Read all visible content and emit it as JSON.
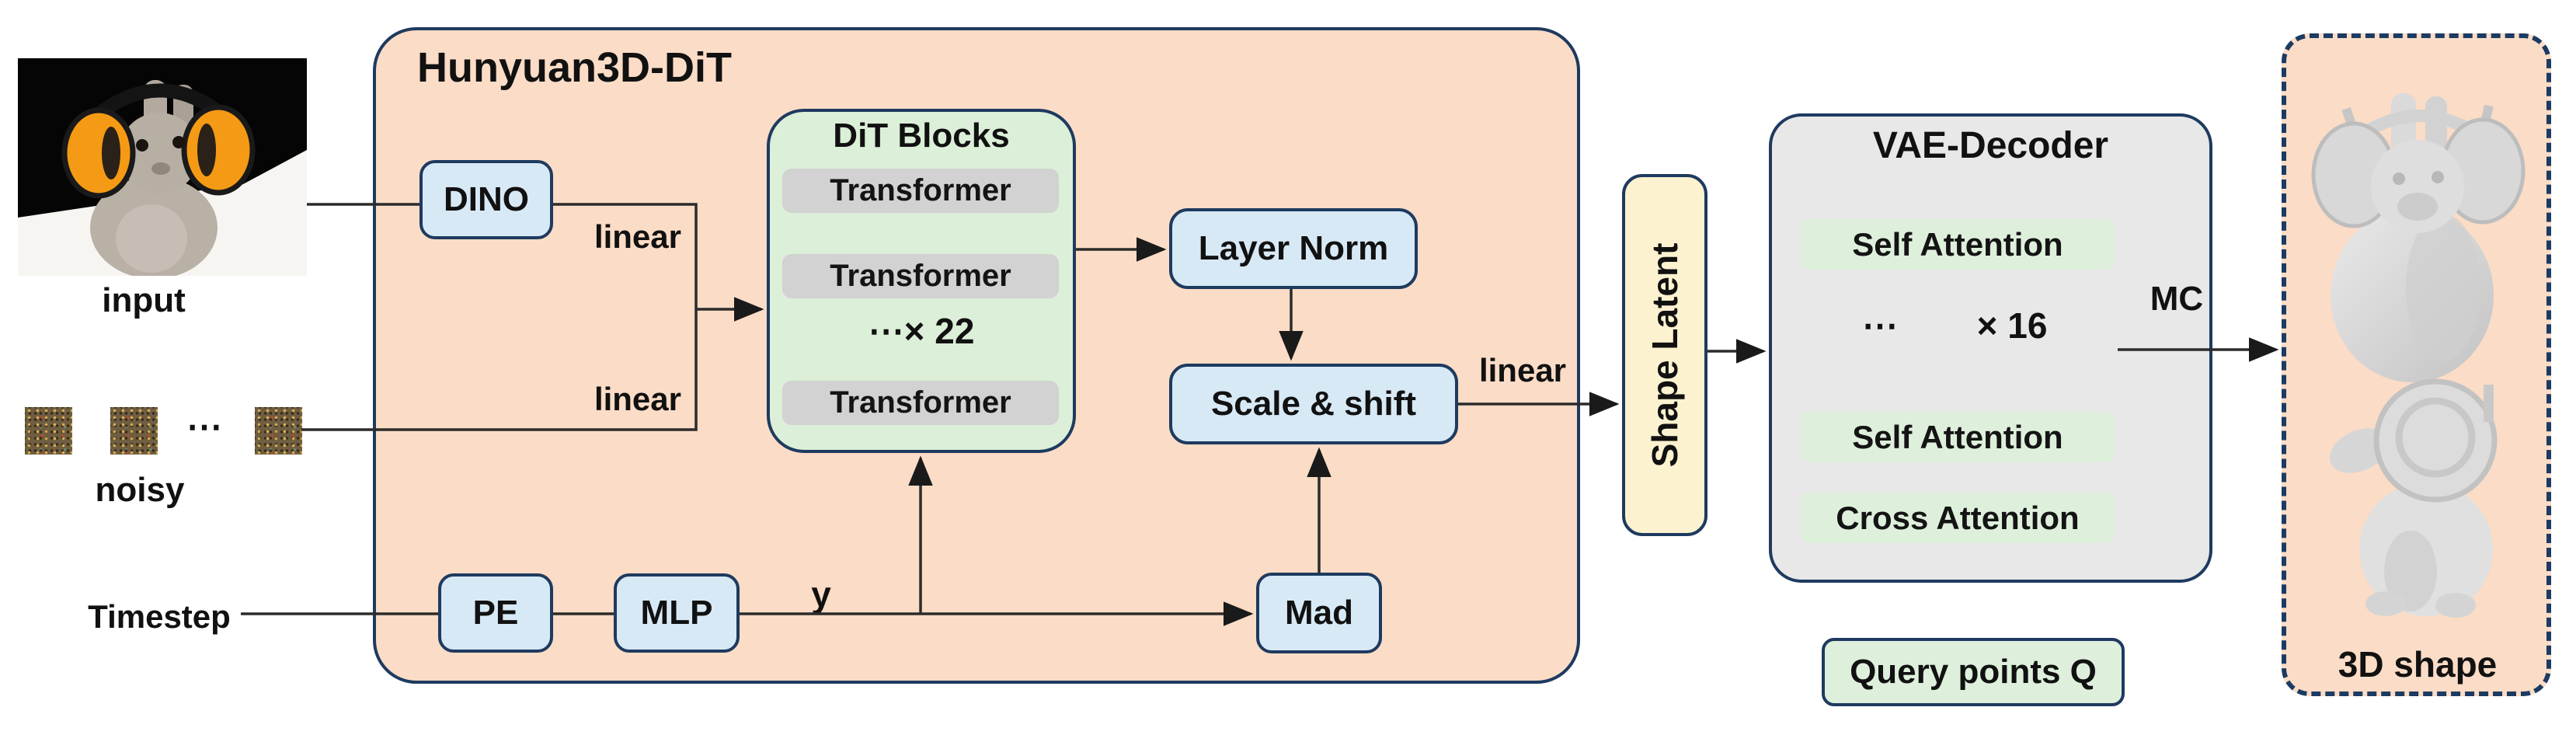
{
  "left_column": {
    "input_label": "input",
    "noisy_label": "noisy",
    "noisy_dots": "⋯",
    "timestep_label": "Timestep"
  },
  "dit": {
    "title": "Hunyuan3D-DiT",
    "dino_label": "DINO",
    "linear_top": "linear",
    "linear_bottom": "linear",
    "linear_out": "linear",
    "blocks_title": "DiT Blocks",
    "transformers": [
      "Transformer",
      "Transformer",
      "Transformer"
    ],
    "repeat": "⋯× 22",
    "layer_norm": "Layer Norm",
    "scale_shift": "Scale & shift",
    "pe_label": "PE",
    "mlp_label": "MLP",
    "y_label": "y",
    "mad_label": "Mad"
  },
  "shape_latent": {
    "label": "Shape Latent"
  },
  "vae": {
    "title": "VAE-Decoder",
    "rows": [
      "Self Attention",
      "Self Attention",
      "Cross Attention"
    ],
    "repeat_dots": "⋯",
    "repeat_times": "× 16",
    "mc_label": "MC"
  },
  "query_points": {
    "label": "Query points Q"
  },
  "output_panel": {
    "label": "3D shape"
  },
  "colors": {
    "peach": "#fbdcc6",
    "navy_border": "#1e3a5f",
    "blue_fill": "#d8e9f6",
    "green_panel": "#dcefd8",
    "green_row": "#def0dc",
    "gray_row": "#d2d2d2",
    "gray_panel": "#e8e8e8",
    "cream": "#fcf2cf",
    "wire": "#2b2b2b"
  }
}
